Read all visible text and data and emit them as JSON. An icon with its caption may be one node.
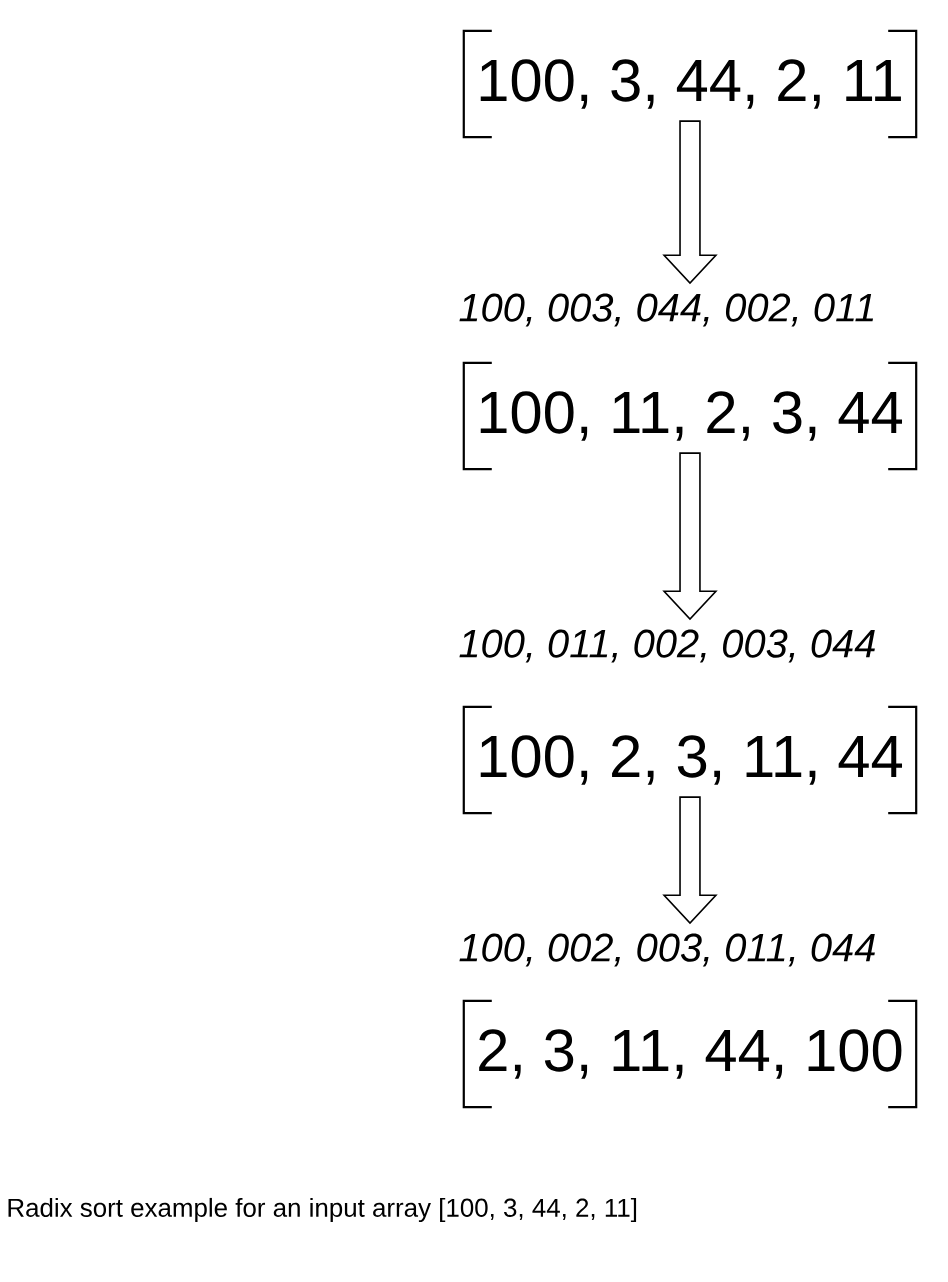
{
  "diagram": {
    "caption": "Radix sort example for an input array [100, 3, 44, 2, 11]",
    "nodes": [
      {
        "text": [
          "100, 3, 44, 2, 11"
        ]
      },
      {
        "text": [
          "100, 11, 2, 3, 44"
        ],
        "beside": [
          "100, 003, 044, 002, 011"
        ]
      },
      {
        "text": [
          "100, 2, 3, 11, 44"
        ],
        "beside": [
          "100, 011, 002, 003, 044"
        ]
      },
      {
        "text": [
          "2, 3, 11, 44, 100"
        ],
        "beside": [
          "100, 002, 003, 011, 044"
        ]
      }
    ],
    "edges": [
      {
        "from": 0,
        "to": 1,
        "arrow": "to"
      },
      {
        "from": 1,
        "to": 2,
        "arrow": "to"
      },
      {
        "from": 2,
        "to": 3,
        "arrow": "to"
      }
    ]
  }
}
